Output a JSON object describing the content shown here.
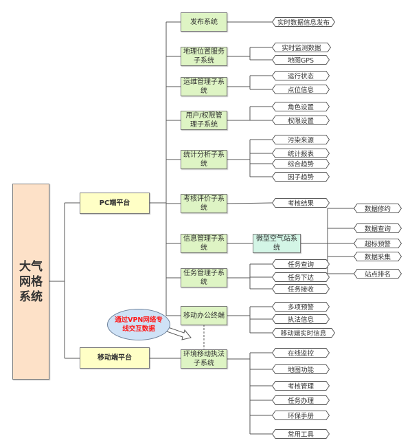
{
  "root": "大气网格系统",
  "platforms": {
    "pc": "PC端平台",
    "mobile": "移动端平台"
  },
  "subsystems": [
    {
      "label": "发布系统",
      "leaves": [
        "实时数据信息发布"
      ]
    },
    {
      "label": "地理位置服务子系统",
      "leaves": [
        "实时监测数据",
        "地图GPS"
      ]
    },
    {
      "label": "运维管理子系统",
      "leaves": [
        "运行状态",
        "点位信息"
      ]
    },
    {
      "label": "用户/权限管理子系统",
      "leaves": [
        "角色设置",
        "权限设置"
      ]
    },
    {
      "label": "统计分析子系统",
      "leaves": [
        "污染来源",
        "统计报表",
        "综合趋势",
        "因子趋势"
      ]
    },
    {
      "label": "考核评价子系统",
      "leaves": [
        "考核结果"
      ]
    },
    {
      "label": "信息管理子系统",
      "child": {
        "label": "微型空气站系统",
        "leaves": [
          "数据修约",
          "数据查询",
          "超标预警",
          "数据采集",
          "站点排名"
        ]
      }
    },
    {
      "label": "任务管理子系统",
      "leaves": [
        "任务查询",
        "任务下达",
        "任务接收"
      ]
    },
    {
      "label": "移动办公终端",
      "leaves": [
        "多项预警",
        "执法信息",
        "移动端实时信息"
      ]
    },
    {
      "label": "环境移动执法子系统",
      "leaves": [
        "在线监控",
        "地图功能",
        "考核管理",
        "任务办理",
        "环保手册",
        "常用工具"
      ]
    }
  ],
  "callout": "通过VPN网络专线交互数据",
  "colors": {
    "root": "#fde1c8",
    "platform": "#ffffc6",
    "subsystem": "#def4c4",
    "micro": "#d3f5e6",
    "callout_text": "#ff1a1a"
  }
}
